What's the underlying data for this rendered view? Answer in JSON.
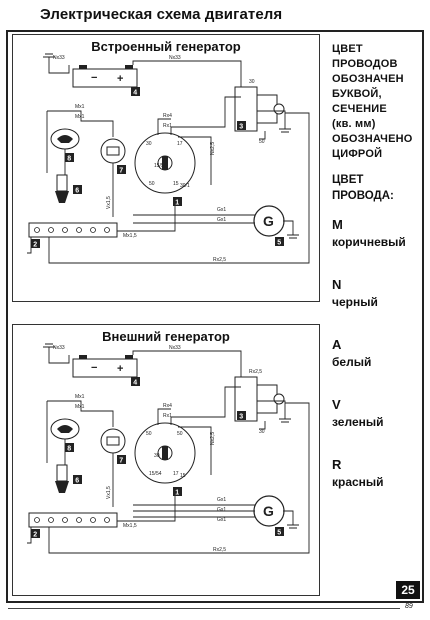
{
  "page": {
    "title": "Электрическая схема двигателя",
    "page_number": "25",
    "footer_mark": "89"
  },
  "panels": [
    {
      "title": "Встроенный генератор",
      "labels": [
        "Nx33",
        "Nx33",
        "Mx1",
        "Mx1",
        "Rx4",
        "Rx1",
        "Nx2,5",
        "Vx1,5",
        "Mx1,5",
        "Gx1",
        "Gx1",
        "Rx2,5",
        "30",
        "50",
        "30",
        "15/54",
        "50",
        "17",
        "15",
        "30/1"
      ],
      "numbers": [
        "4",
        "3",
        "8",
        "7",
        "1",
        "6",
        "2",
        "5"
      ]
    },
    {
      "title": "Внешний генератор",
      "labels": [
        "Nx33",
        "Nx33",
        "Mx1",
        "Mx1",
        "Rx4",
        "Rx1",
        "Nx2,5",
        "Vx1,5",
        "Mx1,5",
        "Gx1",
        "Gx1",
        "Gx1",
        "Rx2,5",
        "30",
        "50",
        "30",
        "15/54",
        "50",
        "17",
        "15",
        "30/1"
      ],
      "numbers": [
        "4",
        "3",
        "8",
        "7",
        "1",
        "6",
        "2",
        "5"
      ]
    }
  ],
  "legend": {
    "heading": [
      "ЦВЕТ",
      "ПРОВОДОВ",
      "ОБОЗНАЧЕН",
      "БУКВОЙ,",
      "СЕЧЕНИЕ",
      "(кв. мм)",
      "ОБОЗНАЧЕНО",
      "ЦИФРОЙ"
    ],
    "heading2": [
      "ЦВЕТ",
      "ПРОВОДА:"
    ],
    "items": [
      {
        "code": "M",
        "name": "коричневый"
      },
      {
        "code": "N",
        "name": "черный"
      },
      {
        "code": "A",
        "name": "белый"
      },
      {
        "code": "V",
        "name": "зеленый"
      },
      {
        "code": "R",
        "name": "красный"
      }
    ]
  }
}
